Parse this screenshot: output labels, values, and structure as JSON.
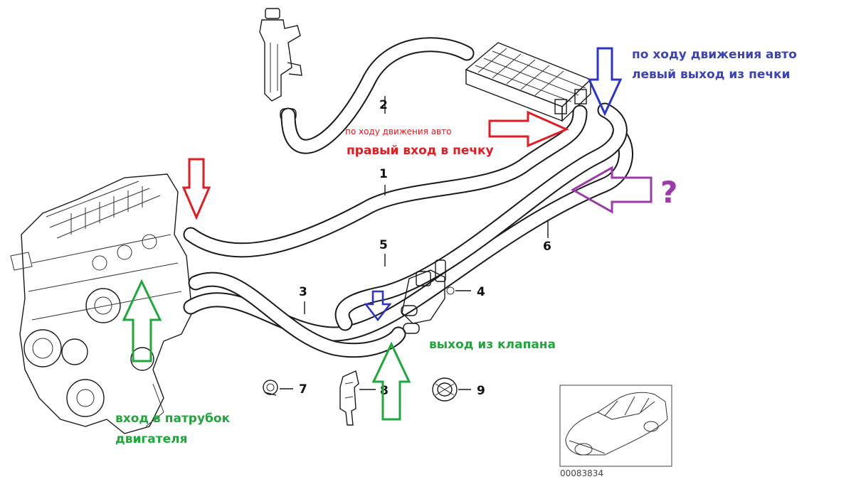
{
  "part_numbers": {
    "p1": "1",
    "p2": "2",
    "p3": "3",
    "p4": "4",
    "p5": "5",
    "p6": "6",
    "p7": "7",
    "p8": "8",
    "p9": "9"
  },
  "annotations": {
    "left_outlet_line1": "по ходу движения авто",
    "left_outlet_line2": "левый выход из печки",
    "right_inlet_small": "по ходу движения авто",
    "right_inlet_bold": "правый вход в печку",
    "question": "?",
    "valve_outlet": "выход из клапана",
    "engine_inlet_line1": "вход в патрубок",
    "engine_inlet_line2": "двигателя"
  },
  "inset": {
    "catalog_number": "00083834"
  },
  "colors": {
    "red": "#e31b23",
    "blue": "#2b35c9",
    "purple": "#9b3aa8",
    "green": "#1ea83a",
    "annotation_blue": "#3a43b8"
  }
}
